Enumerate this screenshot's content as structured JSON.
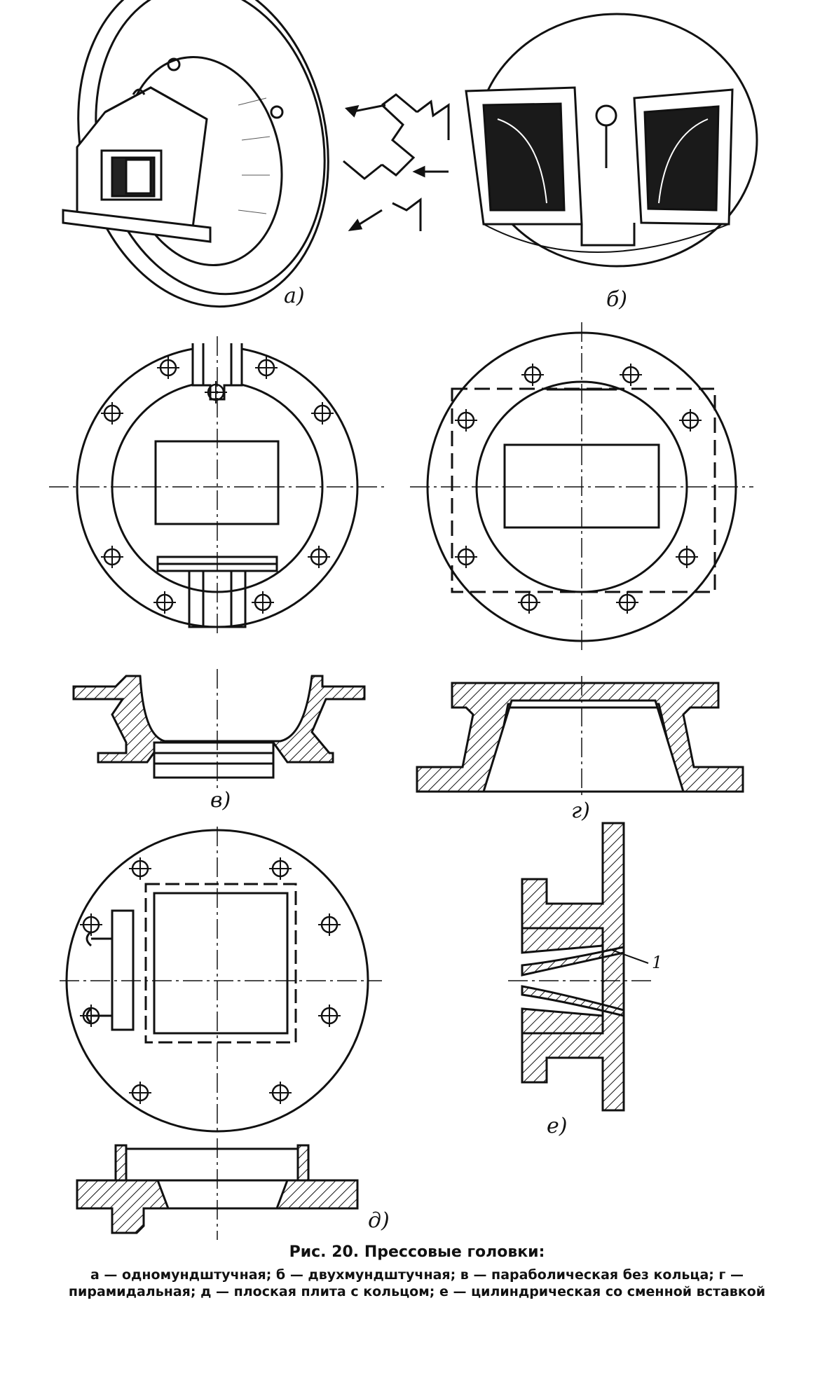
{
  "panels": {
    "a": "a)",
    "b": "б)",
    "v": "в)",
    "g": "г)",
    "d": "д)",
    "e": "е)"
  },
  "callout_1": "1",
  "caption": {
    "title": "Рис. 20. Прессовые головки:",
    "body": "а — одномундштучная; б — двухмундштучная; в — параболическая без кольца; г — пирамидальная; д — плоская плита с кольцом; е — цилиндрическая со сменной вставкой"
  },
  "colors": {
    "ink": "#111111",
    "paper": "#ffffff"
  }
}
